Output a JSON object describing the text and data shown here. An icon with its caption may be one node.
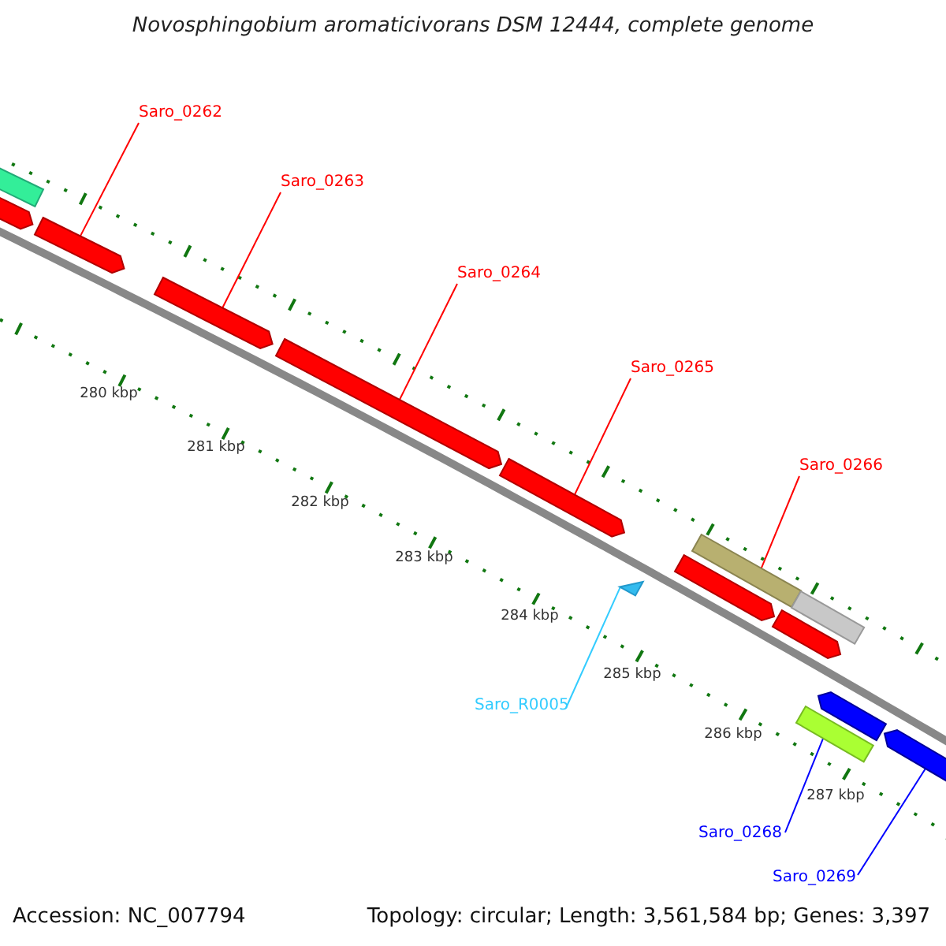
{
  "diagram": {
    "title": "Novosphingobium aromaticivorans DSM 12444, complete genome",
    "nodes": [
      {
        "text": [
          "Saro_0262"
        ]
      },
      {
        "text": [
          "Saro_0263"
        ]
      },
      {
        "text": [
          "Saro_0264"
        ]
      },
      {
        "text": [
          "Saro_0265"
        ]
      },
      {
        "text": [
          "Saro_0266"
        ]
      },
      {
        "text": [
          "Saro_R0005"
        ]
      },
      {
        "text": [
          "Saro_0268"
        ]
      },
      {
        "text": [
          "Saro_0269"
        ]
      },
      {
        "text": [],
        "shape": "bar"
      },
      {
        "text": [],
        "shape": "arrow"
      },
      {
        "text": [],
        "shape": "arrow"
      },
      {
        "text": [],
        "shape": "arrow"
      },
      {
        "text": [],
        "shape": "arrow"
      },
      {
        "text": [],
        "shape": "arrow"
      },
      {
        "text": [],
        "shape": "triangle"
      },
      {
        "text": [],
        "shape": "arrow"
      },
      {
        "text": [],
        "shape": "bar"
      },
      {
        "text": [],
        "shape": "arrow"
      },
      {
        "text": [],
        "shape": "bar"
      },
      {
        "text": [],
        "shape": "bar"
      },
      {
        "text": [],
        "shape": "arrow"
      },
      {
        "text": [],
        "shape": "arrow"
      }
    ],
    "edges": [
      {
        "from": 0,
        "to": 10,
        "arrow": "none"
      },
      {
        "from": 1,
        "to": 11,
        "arrow": "none"
      },
      {
        "from": 2,
        "to": 12,
        "arrow": "none"
      },
      {
        "from": 3,
        "to": 13,
        "arrow": "none"
      },
      {
        "from": 4,
        "to": 16,
        "arrow": "none"
      },
      {
        "from": 5,
        "to": 14,
        "arrow": "none",
        "color": "#33ccff"
      },
      {
        "from": 6,
        "to": 19,
        "arrow": "none",
        "color": "#0000ff"
      },
      {
        "from": 7,
        "to": 21,
        "arrow": "none",
        "color": "#0000ff"
      }
    ],
    "labels": [
      "280 kbp",
      "281 kbp",
      "282 kbp",
      "283 kbp",
      "284 kbp",
      "285 kbp",
      "286 kbp",
      "287 kbp",
      "Accession: NC_007794",
      "Topology: circular; Length: 3,561,584 bp; Genes: 3,397"
    ]
  }
}
